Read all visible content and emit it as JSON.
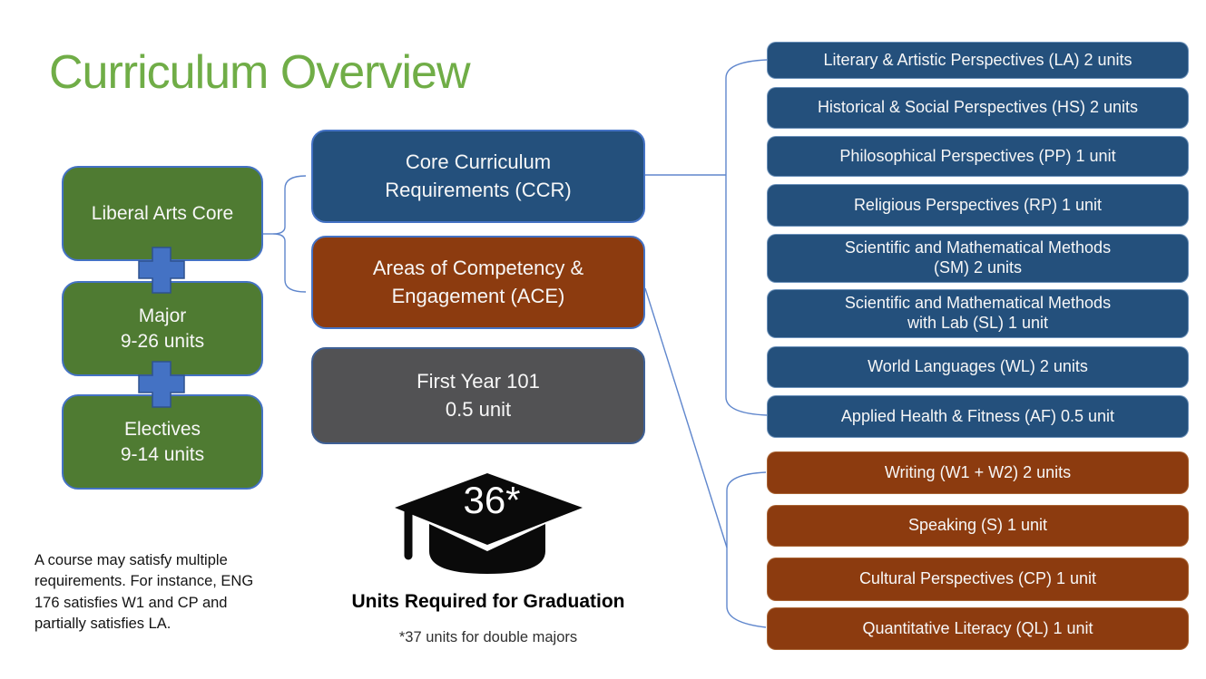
{
  "title": "Curriculum Overview",
  "left_column": {
    "boxes": [
      "Liberal Arts Core",
      "Major\n9-26 units",
      "Electives\n9-14 units"
    ],
    "connector_icon": "plus"
  },
  "middle_column": {
    "ccr_label": "Core Curriculum\nRequirements (CCR)",
    "ace_label": "Areas of Competency &\nEngagement (ACE)",
    "first_year_label": "First Year 101\n0.5 unit"
  },
  "ccr_requirements": [
    "Literary & Artistic Perspectives (LA) 2 units",
    "Historical & Social Perspectives (HS) 2 units",
    "Philosophical Perspectives (PP) 1 unit",
    "Religious Perspectives (RP) 1 unit",
    "Scientific and Mathematical Methods\n(SM) 2 units",
    "Scientific and Mathematical Methods\nwith Lab (SL) 1 unit",
    "World Languages (WL) 2 units",
    "Applied Health & Fitness (AF) 0.5 unit"
  ],
  "ace_requirements": [
    "Writing (W1 + W2) 2 units",
    "Speaking (S) 1 unit",
    "Cultural Perspectives (CP) 1 unit",
    "Quantitative Literacy (QL) 1 unit"
  ],
  "graduation": {
    "units": "36*",
    "caption": "Units Required for Graduation",
    "footnote": "*37 units for double majors"
  },
  "note": "A course may satisfy multiple\nrequirements. For instance, ENG\n176 satisfies W1 and CP and\npartially satisfies LA.",
  "colors": {
    "title_green": "#70AD47",
    "green_box": "#4F7B32",
    "blue_box": "#24507C",
    "brown_box": "#8C3B0F",
    "gray_box": "#525254",
    "accent_line": "#4472C4",
    "plus_fill": "#4472C4",
    "cap_black": "#0A0A0A"
  }
}
